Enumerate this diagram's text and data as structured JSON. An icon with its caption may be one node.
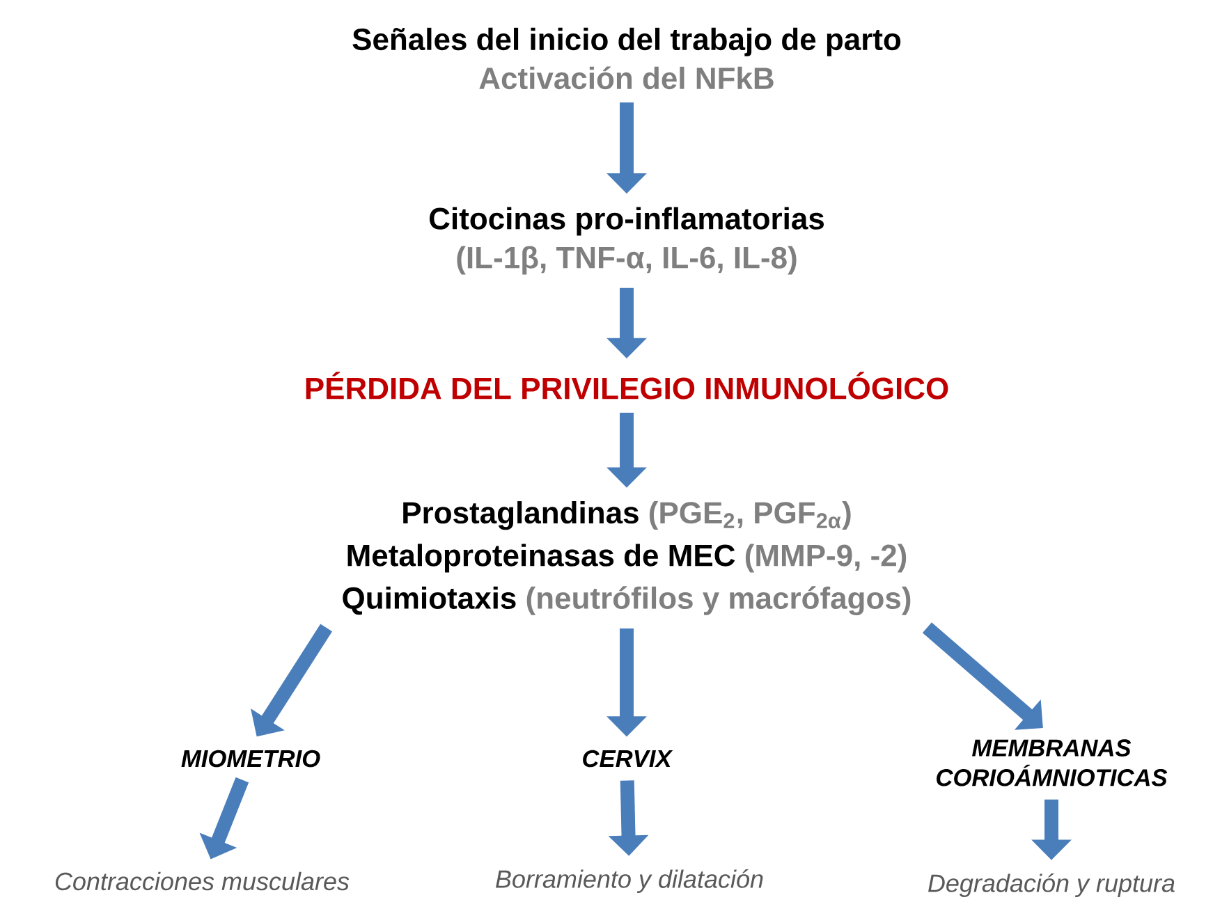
{
  "diagram": {
    "nodes": [
      {
        "text": [
          "Señales del inicio del trabajo de parto",
          "Activación del NFkB"
        ]
      },
      {
        "text": [
          "Citocinas pro-inflamatorias",
          "(IL-1β, TNF-α, IL-6, IL-8)"
        ]
      },
      {
        "text": [
          "PÉRDIDA DEL PRIVILEGIO INMUNOLÓGICO"
        ]
      },
      {
        "text": [
          "Prostaglandinas",
          "(PGE$_{2}$, PGF$_{2α}$)",
          "Metaloproteinasas de MEC",
          "(MMP-9, -2)",
          "Quimiotaxis",
          "(neutrófilos y macrófagos)"
        ]
      },
      {
        "text": [
          "MIOMETRIO"
        ]
      },
      {
        "text": [
          "CERVIX"
        ]
      },
      {
        "text": [
          "MEMBRANAS CORIOÁMNIOTICAS"
        ]
      },
      {
        "text": [
          "Contracciones musculares"
        ]
      },
      {
        "text": [
          "Borramiento y dilatación"
        ]
      },
      {
        "text": [
          "Degradación y ruptura"
        ]
      }
    ],
    "edges": [
      {
        "from": 0,
        "to": 1,
        "arrow": "to"
      },
      {
        "from": 1,
        "to": 2,
        "arrow": "to"
      },
      {
        "from": 2,
        "to": 3,
        "arrow": "to"
      },
      {
        "from": 3,
        "to": 4,
        "arrow": "to"
      },
      {
        "from": 3,
        "to": 5,
        "arrow": "to"
      },
      {
        "from": 3,
        "to": 6,
        "arrow": "to"
      },
      {
        "from": 4,
        "to": 7,
        "arrow": "to"
      },
      {
        "from": 5,
        "to": 8,
        "arrow": "to"
      },
      {
        "from": 6,
        "to": 9,
        "arrow": "to"
      }
    ]
  }
}
